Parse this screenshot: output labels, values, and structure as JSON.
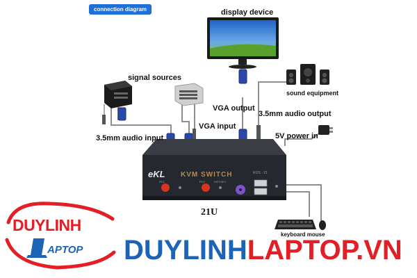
{
  "header": {
    "badge": "connection diagram"
  },
  "labels": {
    "display_device": "display device",
    "signal_sources": "signal sources",
    "sound_equipment": "sound equipment",
    "vga_output": "VGA output",
    "audio_output": "3.5mm audio output",
    "vga_input": "VGA input",
    "audio_input": "3.5mm audio input",
    "power_in": "5V power in",
    "keyboard_mouse": "keyboard mouse",
    "model": "21U"
  },
  "device": {
    "name": "KVM SWITCH",
    "logo": "eKL",
    "model_small": "ROS - 21",
    "buttons": [
      "PC1",
      "PC2",
      "HOT KEY"
    ]
  },
  "watermark": {
    "logo_line1": "DUYLINH",
    "logo_line2": "APTOP",
    "site_part1": "DUYLINH",
    "site_part2": "LAPTOP.VN"
  },
  "colors": {
    "badge_blue": "#1f6fd6",
    "brand_blue": "#1c64b8",
    "brand_red": "#e31e24",
    "device_body": "#2a2d33",
    "button_red": "#d9341f",
    "cable_gray": "#8a8f96"
  }
}
